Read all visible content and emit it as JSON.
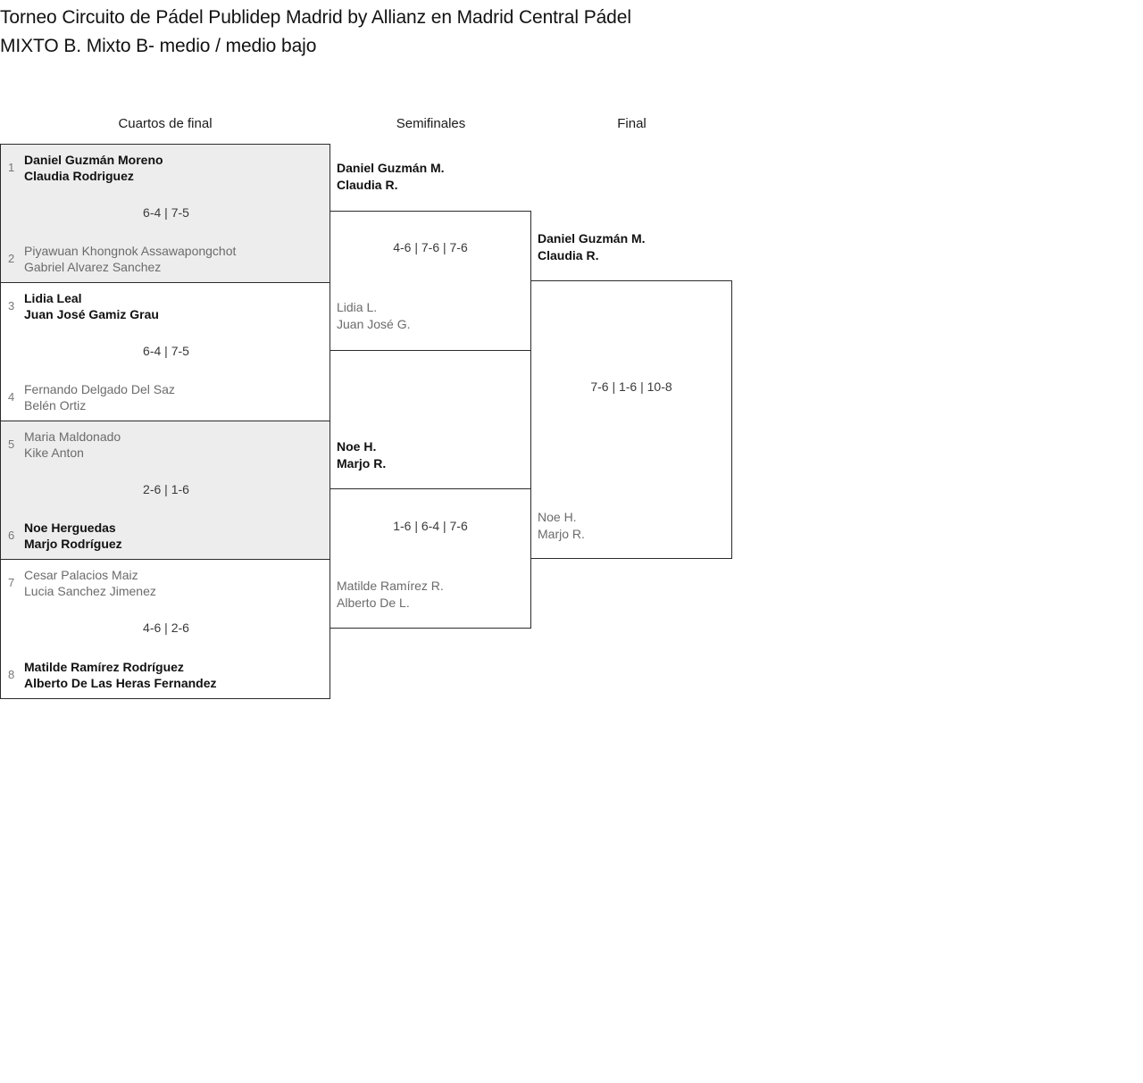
{
  "header": {
    "tournament_title": "Torneo Circuito de Pádel Publidep Madrid by Allianz en Madrid Central Pádel",
    "category_title": "MIXTO B. Mixto B- medio / medio bajo"
  },
  "rounds": [
    {
      "label": "Cuartos de final"
    },
    {
      "label": "Semifinales"
    },
    {
      "label": "Final"
    }
  ],
  "colors": {
    "shaded_row": "#ededed",
    "border": "#2b2b2b",
    "winner_text": "#111111",
    "loser_text": "#6b6b6b",
    "seed_text": "#777777",
    "score_text": "#3a3a3a"
  },
  "quarterfinals": [
    {
      "shaded": true,
      "top": {
        "seed": "1",
        "player1": "Daniel Guzmán Moreno",
        "player2": "Claudia Rodriguez",
        "winner": true
      },
      "bottom": {
        "seed": "2",
        "player1": "Piyawuan Khongnok Assawapongchot",
        "player2": "Gabriel Alvarez Sanchez",
        "winner": false
      },
      "score": "6-4 | 7-5"
    },
    {
      "shaded": false,
      "top": {
        "seed": "3",
        "player1": "Lidia Leal",
        "player2": "Juan José Gamiz Grau",
        "winner": true
      },
      "bottom": {
        "seed": "4",
        "player1": "Fernando Delgado Del Saz",
        "player2": "Belén Ortiz",
        "winner": false
      },
      "score": "6-4 | 7-5"
    },
    {
      "shaded": true,
      "top": {
        "seed": "5",
        "player1": "Maria Maldonado",
        "player2": "Kike Anton",
        "winner": false
      },
      "bottom": {
        "seed": "6",
        "player1": "Noe Herguedas",
        "player2": "Marjo Rodríguez",
        "winner": true
      },
      "score": "2-6 | 1-6"
    },
    {
      "shaded": false,
      "top": {
        "seed": "7",
        "player1": "Cesar Palacios Maiz",
        "player2": "Lucia Sanchez Jimenez",
        "winner": false
      },
      "bottom": {
        "seed": "8",
        "player1": "Matilde Ramírez Rodríguez",
        "player2": "Alberto De Las Heras Fernandez",
        "winner": true
      },
      "score": "4-6 | 2-6"
    }
  ],
  "semifinals": [
    {
      "top": {
        "player1": "Daniel Guzmán M.",
        "player2": "Claudia R.",
        "winner": true
      },
      "bottom": {
        "player1": "Lidia L.",
        "player2": "Juan José G.",
        "winner": false
      },
      "score": "4-6 | 7-6 | 7-6"
    },
    {
      "top": {
        "player1": "Noe H.",
        "player2": "Marjo R.",
        "winner": true
      },
      "bottom": {
        "player1": "Matilde Ramírez R.",
        "player2": "Alberto De L.",
        "winner": false
      },
      "score": "1-6 | 6-4 | 7-6"
    }
  ],
  "final": {
    "top": {
      "player1": "Daniel Guzmán M.",
      "player2": "Claudia R.",
      "winner": true
    },
    "bottom": {
      "player1": "Noe H.",
      "player2": "Marjo R.",
      "winner": false
    },
    "score": "7-6 | 1-6 | 10-8"
  }
}
